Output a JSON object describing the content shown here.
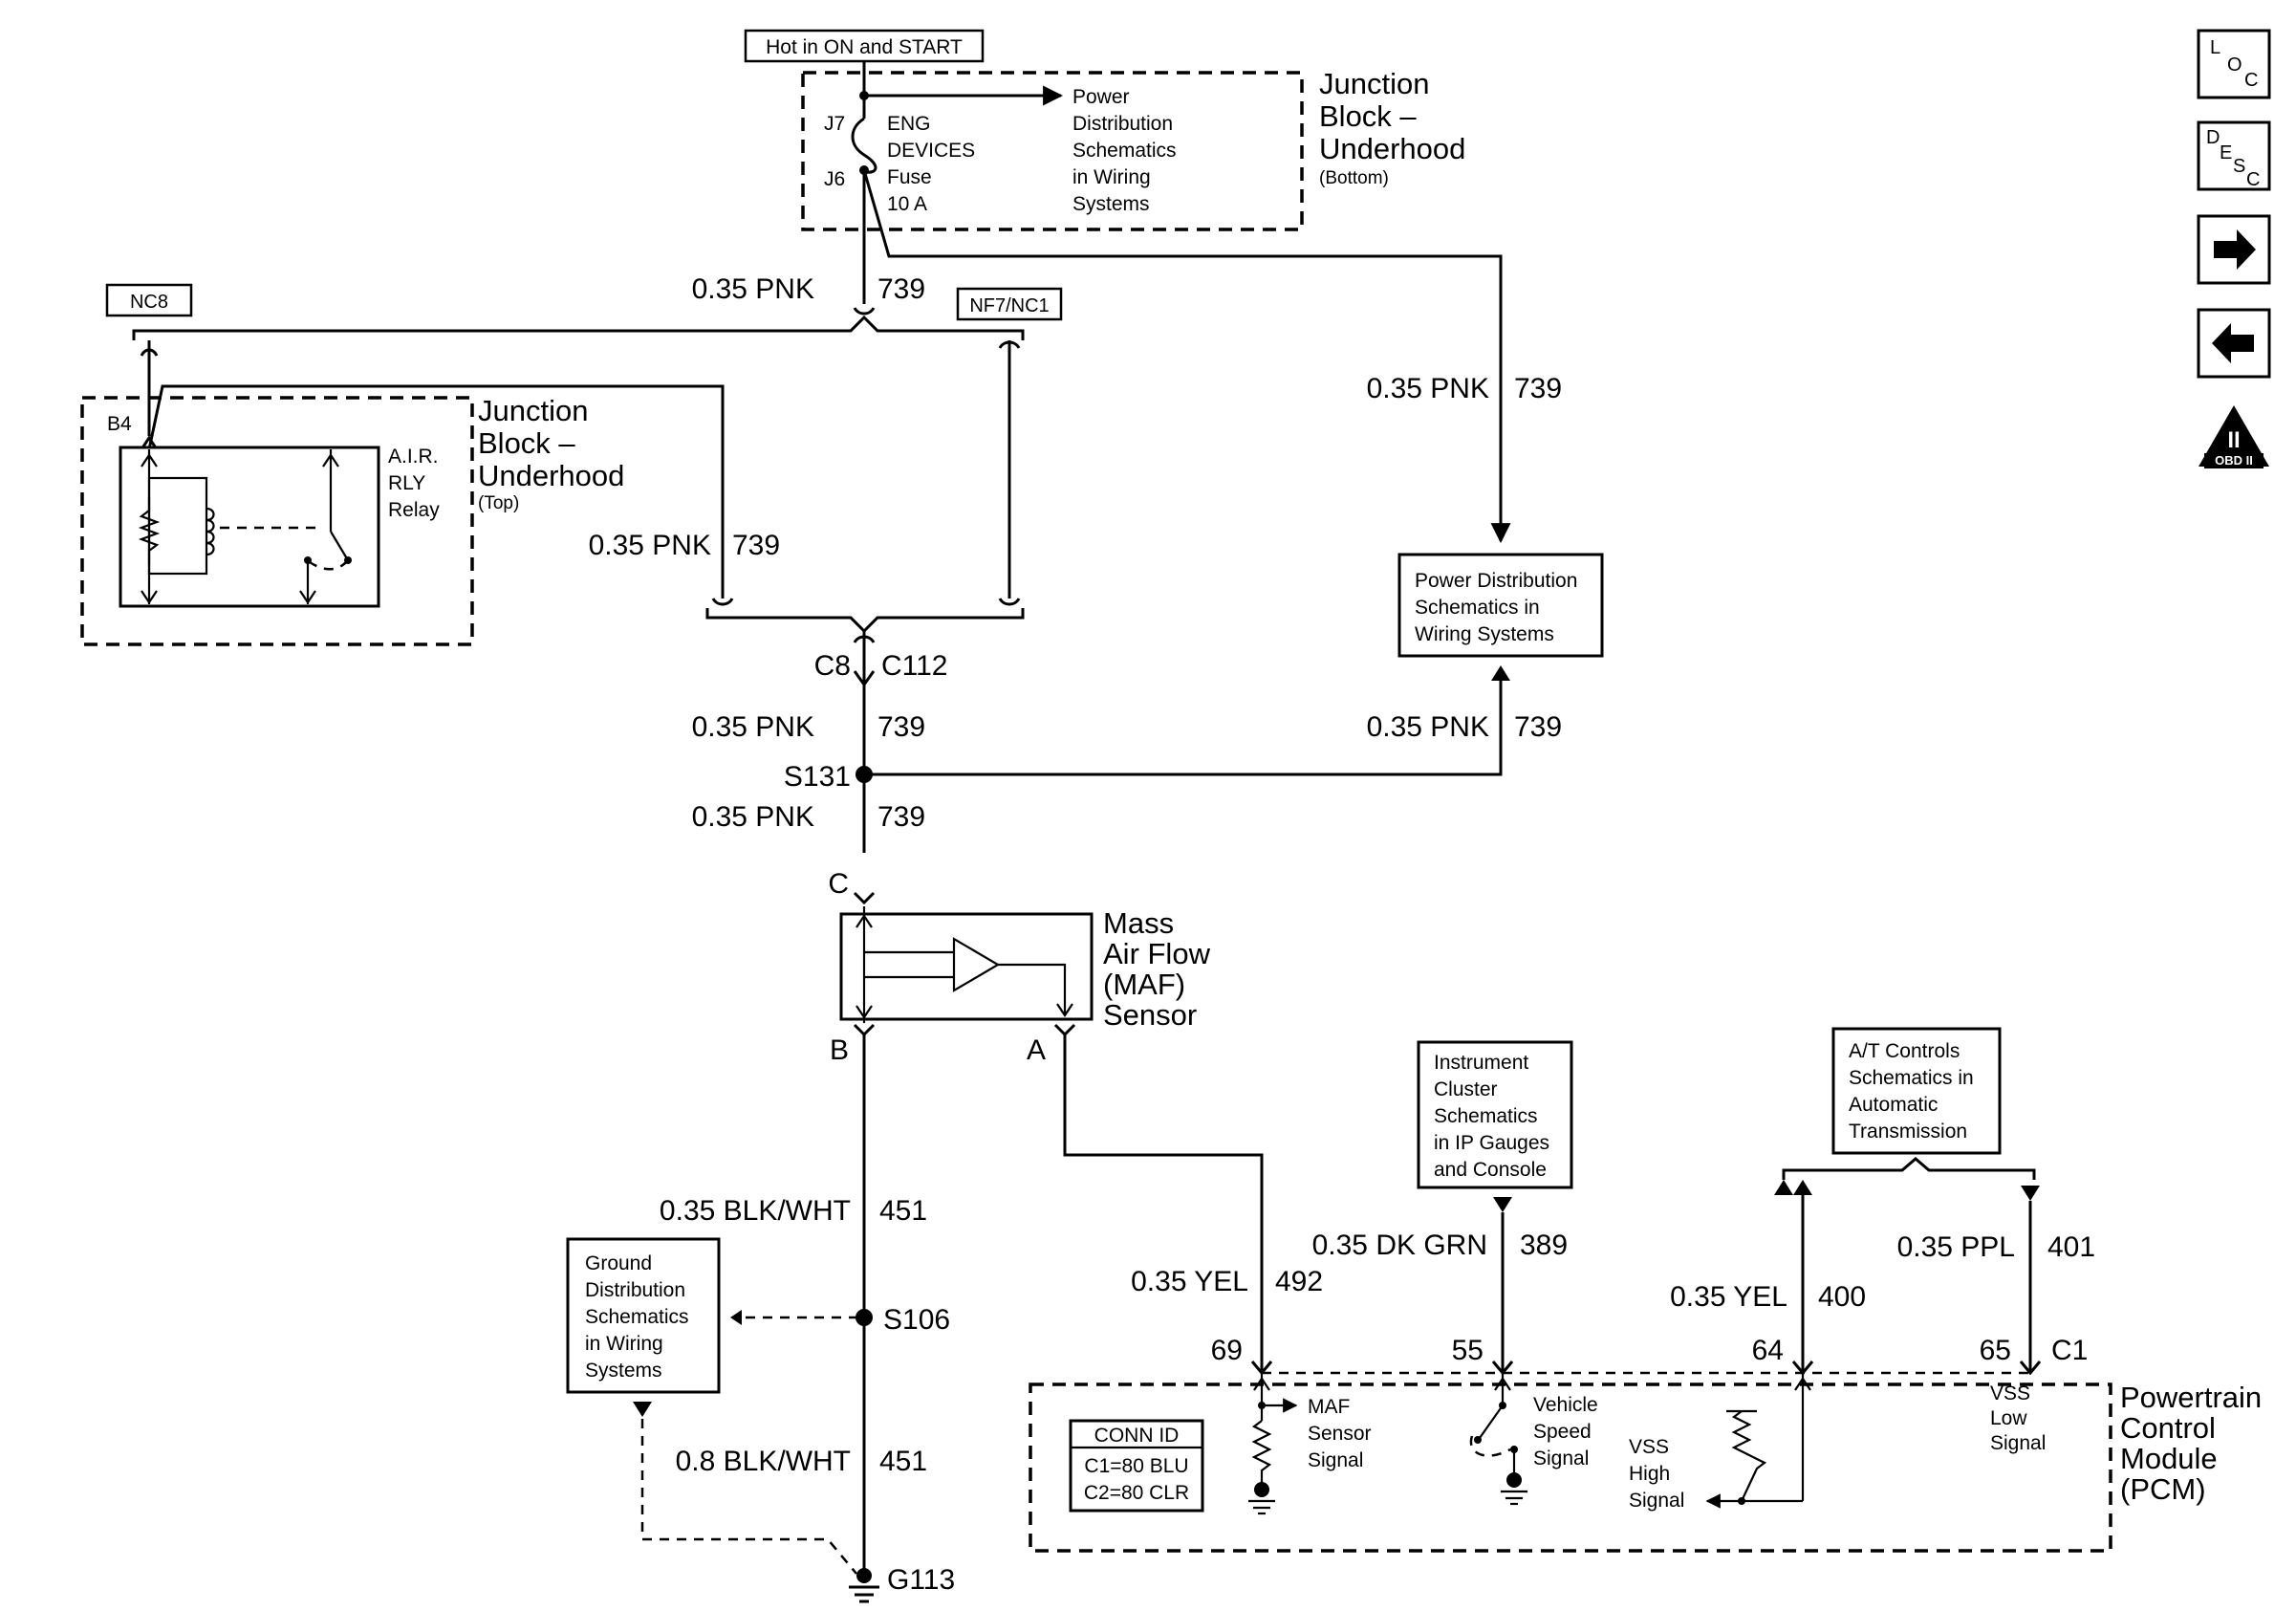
{
  "power": {
    "hot_label": "Hot in ON and START",
    "fuse_name": [
      "ENG",
      "DEVICES",
      "Fuse",
      "10 A"
    ],
    "cavity_top": "J7",
    "cavity_bottom": "J6",
    "pd_ref": [
      "Power",
      "Distribution",
      "Schematics",
      "in Wiring",
      "Systems"
    ]
  },
  "jb_bottom": {
    "title": [
      "Junction",
      "Block –",
      "Underhood"
    ],
    "sub": "(Bottom)"
  },
  "jb_top": {
    "title": [
      "Junction",
      "Block –",
      "Underhood"
    ],
    "sub": "(Top)"
  },
  "relay": {
    "name": [
      "A.I.R.",
      "RLY",
      "Relay"
    ],
    "cavity": "B4"
  },
  "options": {
    "left": "NC8",
    "right": "NF7/NC1"
  },
  "pd_box": [
    "Power Distribution",
    "Schematics in",
    "Wiring Systems"
  ],
  "wires": {
    "pnk_size": "0.35 PNK",
    "pnk_circuit": "739",
    "blkwht_size": "0.35 BLK/WHT",
    "blkwht2_size": "0.8 BLK/WHT",
    "blkwht_circuit": "451",
    "yel_size": "0.35 YEL",
    "yel_circuit": "492",
    "dkgrn_size": "0.35 DK GRN",
    "dkgrn_circuit": "389",
    "yel2_size": "0.35 YEL",
    "yel2_circuit": "400",
    "ppl_size": "0.35 PPL",
    "ppl_circuit": "401"
  },
  "connectors": {
    "c8": "C8",
    "c112": "C112",
    "s131": "S131",
    "s106": "S106",
    "g113": "G113",
    "maf_c": "C",
    "maf_b": "B",
    "maf_a": "A",
    "pin_69": "69",
    "pin_55": "55",
    "pin_64": "64",
    "pin_65": "65",
    "c1": "C1"
  },
  "maf": {
    "title": [
      "Mass",
      "Air Flow",
      "(MAF)",
      "Sensor"
    ]
  },
  "ground_ref": [
    "Ground",
    "Distribution",
    "Schematics",
    "in Wiring",
    "Systems"
  ],
  "ic_ref": [
    "Instrument",
    "Cluster",
    "Schematics",
    "in IP Gauges",
    "and Console"
  ],
  "at_ref": [
    "A/T Controls",
    "Schematics in",
    "Automatic",
    "Transmission"
  ],
  "pcm": {
    "title": [
      "Powertrain",
      "Control",
      "Module",
      "(PCM)"
    ],
    "conn_id": [
      "CONN ID",
      "C1=80 BLU",
      "C2=80 CLR"
    ],
    "maf_signal": [
      "MAF",
      "Sensor",
      "Signal"
    ],
    "vss_signal": [
      "Vehicle",
      "Speed",
      "Signal"
    ],
    "vss_high": [
      "VSS",
      "High",
      "Signal"
    ],
    "vss_low": [
      "VSS",
      "Low",
      "Signal"
    ]
  },
  "nav": {
    "loc": [
      "L",
      "O",
      "C"
    ],
    "desc": [
      "D",
      "E",
      "S",
      "C"
    ],
    "obd_numeral": "II",
    "obd_text": "OBD II"
  }
}
